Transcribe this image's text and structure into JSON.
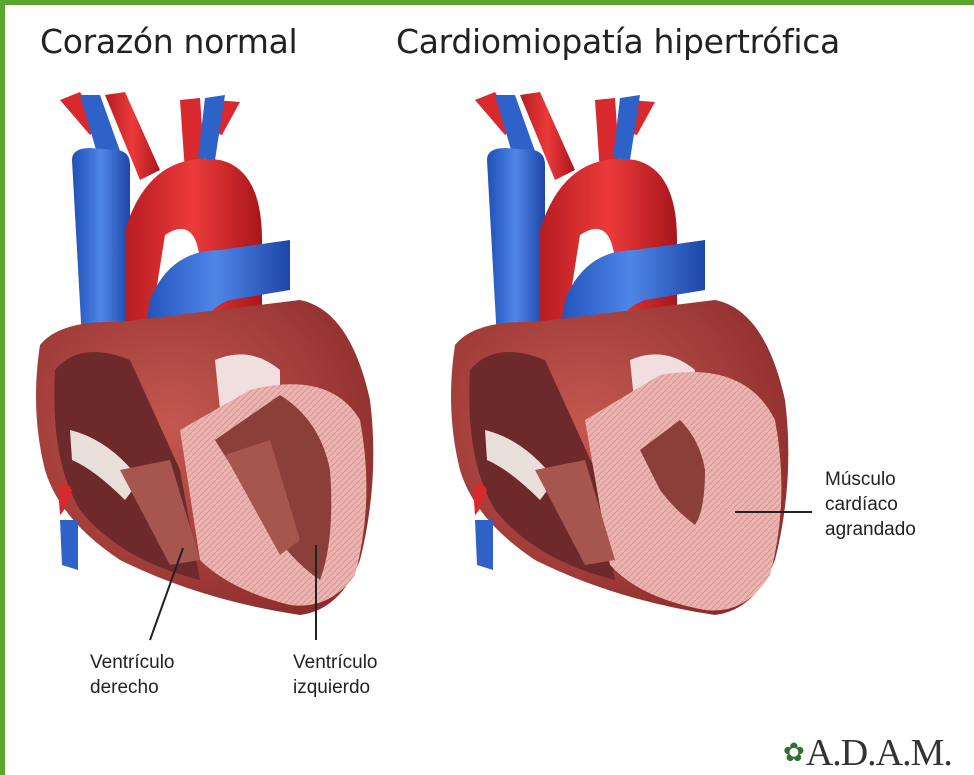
{
  "titles": {
    "left": "Corazón normal",
    "right": "Cardiomiopatía hipertrófica"
  },
  "labels": {
    "right_ventricle": [
      "Ventrículo",
      "derecho"
    ],
    "left_ventricle": [
      "Ventrículo",
      "izquierdo"
    ],
    "enlarged_muscle": [
      "Músculo",
      "cardíaco",
      "agrandado"
    ]
  },
  "logo": {
    "text": "A.D.A.M.",
    "icon": "leaf-icon"
  },
  "colors": {
    "border": "#5aa52c",
    "artery_red": "#d82a2e",
    "vein_blue": "#2f62c8",
    "muscle_pink": "#e3a1a1",
    "inner_muscle": "#8a3f3a"
  }
}
